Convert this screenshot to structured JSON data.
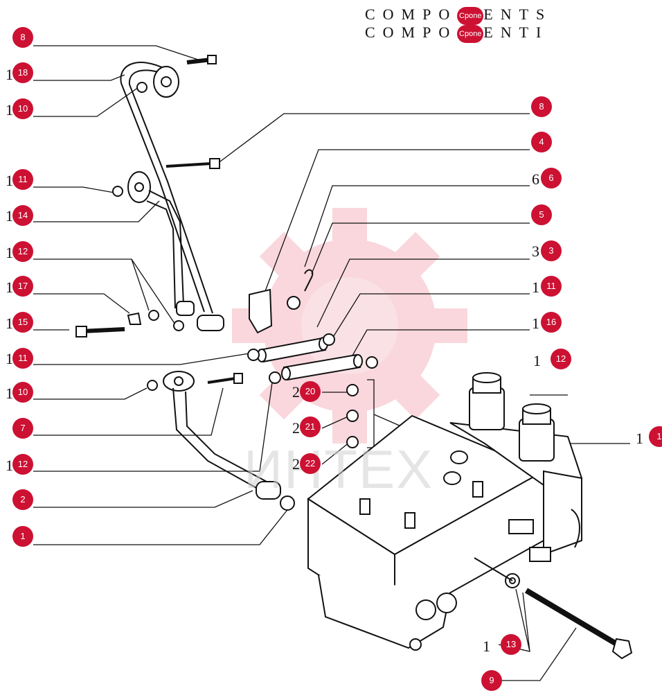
{
  "header": {
    "line1": "COMPOCponeENTS",
    "line2": "COMPOCponeENTI",
    "line1_left": "COMPO",
    "line1_right": "ENTS",
    "line2_left": "COMPO",
    "line2_right": "ENTI",
    "badge_text": "Cpone"
  },
  "watermark": {
    "text": "ИНТЕХ",
    "color": "#e0102a"
  },
  "colors": {
    "callout": "#cc1133",
    "line": "#111111"
  },
  "callouts": [
    {
      "id": "c8a",
      "label": "8"
    },
    {
      "id": "c18",
      "label": "18",
      "stub": "1"
    },
    {
      "id": "c10a",
      "label": "10",
      "stub": "1"
    },
    {
      "id": "c11a",
      "label": "11",
      "stub": "1"
    },
    {
      "id": "c14",
      "label": "14",
      "stub": "1"
    },
    {
      "id": "c12a",
      "label": "12",
      "stub": "1"
    },
    {
      "id": "c17",
      "label": "17",
      "stub": "1"
    },
    {
      "id": "c15",
      "label": "15",
      "stub": "1"
    },
    {
      "id": "c11b",
      "label": "11",
      "stub": "1"
    },
    {
      "id": "c10b",
      "label": "10",
      "stub": "1"
    },
    {
      "id": "c7",
      "label": "7"
    },
    {
      "id": "c12b",
      "label": "12",
      "stub": "1"
    },
    {
      "id": "c2",
      "label": "2"
    },
    {
      "id": "c1",
      "label": "1"
    },
    {
      "id": "c8b",
      "label": "8"
    },
    {
      "id": "c4",
      "label": "4"
    },
    {
      "id": "c6",
      "label": "6",
      "stub": "6"
    },
    {
      "id": "c5",
      "label": "5"
    },
    {
      "id": "c3",
      "label": "3",
      "stub": "3"
    },
    {
      "id": "c11c",
      "label": "11",
      "stub": "1"
    },
    {
      "id": "c16",
      "label": "16",
      "stub": "1"
    },
    {
      "id": "c12c",
      "label": "12",
      "stub": "1"
    },
    {
      "id": "c20",
      "label": "20",
      "stub": "2"
    },
    {
      "id": "c21",
      "label": "21",
      "stub": "2"
    },
    {
      "id": "c22",
      "label": "22",
      "stub": "2"
    },
    {
      "id": "c19",
      "label": "1",
      "stub": "1"
    },
    {
      "id": "c13",
      "label": "13",
      "stub": "1"
    },
    {
      "id": "c9",
      "label": "9"
    }
  ]
}
